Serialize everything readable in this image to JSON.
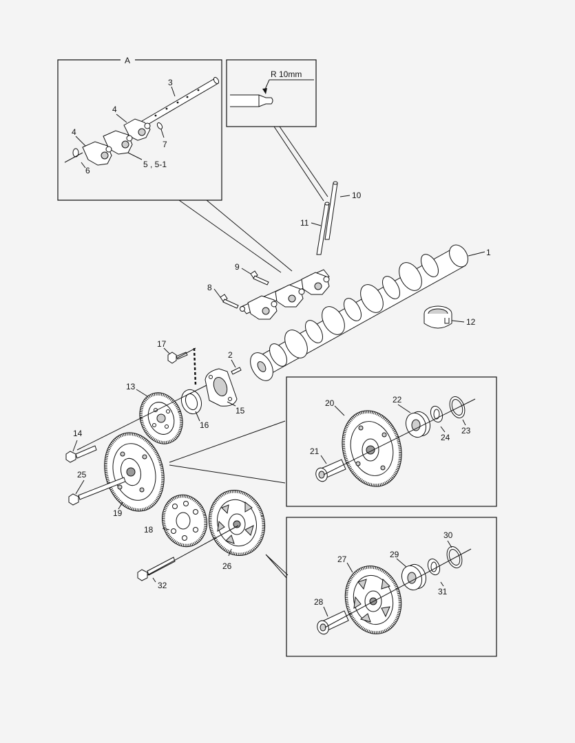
{
  "detail_a": {
    "label": "A"
  },
  "detail_radius": {
    "label": "R 10mm"
  },
  "part_numbers": {
    "p1": "1",
    "p2": "2",
    "p3": "3",
    "p4a": "4",
    "p4b": "4",
    "p5": "5 , 5-1",
    "p6": "6",
    "p7": "7",
    "p8": "8",
    "p9": "9",
    "p10": "10",
    "p11": "11",
    "p12": "12",
    "p13": "13",
    "p14": "14",
    "p15": "15",
    "p16": "16",
    "p17": "17",
    "p18": "18",
    "p19": "19",
    "p20": "20",
    "p21": "21",
    "p22": "22",
    "p23": "23",
    "p24": "24",
    "p25": "25",
    "p26": "26",
    "p27": "27",
    "p28": "28",
    "p29": "29",
    "p30": "30",
    "p31": "31",
    "p32": "32"
  }
}
